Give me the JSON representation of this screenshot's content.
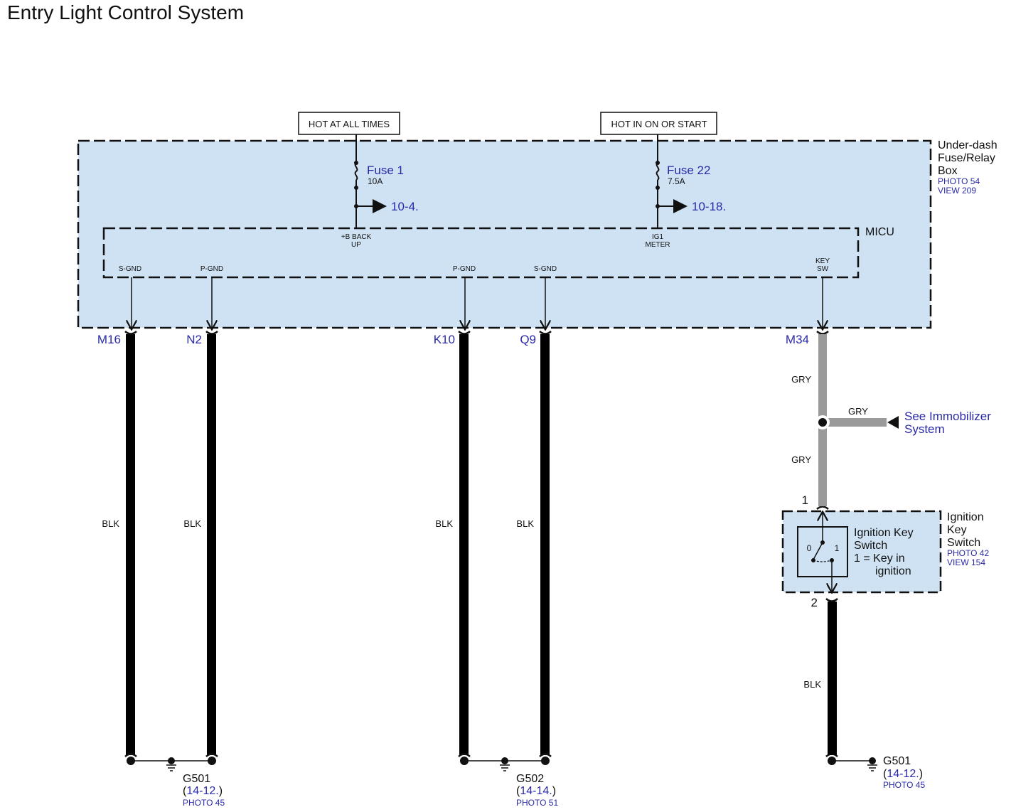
{
  "title": "Entry Light Control System",
  "colors": {
    "box_fill": "#cfe2f3",
    "link_blue": "#2a2aa8",
    "wire_blk": "#000000",
    "wire_gry": "#9a9a9a"
  },
  "power_sources": [
    {
      "label": "HOT AT ALL TIMES",
      "fuse": "Fuse 1",
      "rating": "10A",
      "ref": "10-4.",
      "micu_pin": [
        "+B BACK",
        "UP"
      ]
    },
    {
      "label": "HOT IN ON OR START",
      "fuse": "Fuse 22",
      "rating": "7.5A",
      "ref": "10-18.",
      "micu_pin": [
        "IG1",
        "METER"
      ]
    }
  ],
  "fuse_box": {
    "name_lines": [
      "Under-dash",
      "Fuse/Relay",
      "Box"
    ],
    "photo": "PHOTO 54",
    "view": "VIEW 209"
  },
  "micu": {
    "name": "MICU",
    "pins": [
      {
        "label": "S-GND",
        "connector": "M16",
        "wire": "BLK"
      },
      {
        "label": "P-GND",
        "connector": "N2",
        "wire": "BLK"
      },
      {
        "label": "P-GND",
        "connector": "K10",
        "wire": "BLK"
      },
      {
        "label": "S-GND",
        "connector": "Q9",
        "wire": "BLK"
      },
      {
        "label_lines": [
          "KEY",
          "SW"
        ],
        "connector": "M34",
        "wire": "GRY"
      }
    ]
  },
  "key_sw_circuit": {
    "wire_upper": "GRY",
    "branch_wire": "GRY",
    "branch_ref": [
      "See Immobilizer",
      "System"
    ],
    "wire_lower": "GRY",
    "pin_in": "1",
    "pin_out": "2",
    "out_wire": "BLK"
  },
  "ignition_switch": {
    "inner_text": [
      "Ignition Key",
      "Switch",
      "1 = Key in",
      "ignition"
    ],
    "pos_0": "0",
    "pos_1": "1",
    "name_lines": [
      "Ignition",
      "Key",
      "Switch"
    ],
    "photo": "PHOTO 42",
    "view": "VIEW 154"
  },
  "grounds": [
    {
      "name": "G501",
      "ref": "14-12.",
      "photo": "PHOTO 45"
    },
    {
      "name": "G502",
      "ref": "14-14.",
      "photo": "PHOTO 51"
    },
    {
      "name": "G501",
      "ref": "14-12.",
      "photo": "PHOTO 45"
    }
  ]
}
